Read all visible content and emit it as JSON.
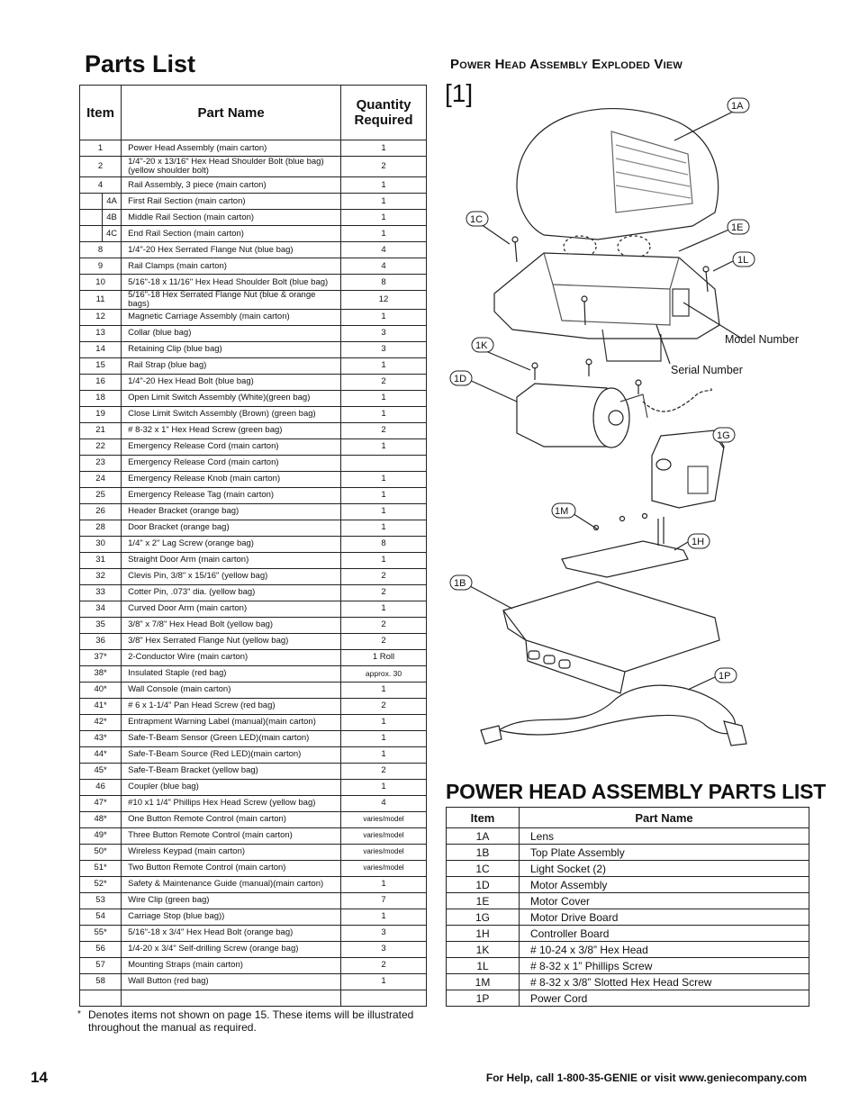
{
  "page_title": "Parts List",
  "parts_table": {
    "headers": {
      "item": "Item",
      "part_name": "Part Name",
      "quantity": "Quantity Required"
    },
    "rows": [
      {
        "item": "1",
        "sub": "",
        "name": "Power Head Assembly (main carton)",
        "qty": "1"
      },
      {
        "item": "2",
        "sub": "",
        "name": "1/4\"-20 x 13/16\" Hex Head Shoulder Bolt (blue bag) (yellow shoulder bolt)",
        "qty": "2"
      },
      {
        "item": "4",
        "sub": "",
        "name": "Rail Assembly, 3 piece  (main carton)",
        "qty": "1"
      },
      {
        "item": "",
        "sub": "4A",
        "name": "First Rail Section  (main carton)",
        "qty": "1"
      },
      {
        "item": "",
        "sub": "4B",
        "name": "Middle Rail Section  (main carton)",
        "qty": "1"
      },
      {
        "item": "",
        "sub": "4C",
        "name": "End Rail Section  (main carton)",
        "qty": "1"
      },
      {
        "item": "8",
        "sub": "",
        "name": "1/4\"-20 Hex Serrated Flange Nut (blue bag)",
        "qty": "4"
      },
      {
        "item": "9",
        "sub": "",
        "name": "Rail Clamps (main carton)",
        "qty": "4"
      },
      {
        "item": "10",
        "sub": "",
        "name": "5/16\"-18 x 11/16\" Hex Head Shoulder Bolt (blue bag)",
        "qty": "8"
      },
      {
        "item": "11",
        "sub": "",
        "name": "5/16\"-18 Hex Serrated Flange Nut (blue & orange bags)",
        "qty": "12"
      },
      {
        "item": "12",
        "sub": "",
        "name": "Magnetic Carriage Assembly (main carton)",
        "qty": "1"
      },
      {
        "item": "13",
        "sub": "",
        "name": "Collar (blue bag)",
        "qty": "3"
      },
      {
        "item": "14",
        "sub": "",
        "name": "Retaining Clip (blue bag)",
        "qty": "3"
      },
      {
        "item": "15",
        "sub": "",
        "name": "Rail Strap (blue bag)",
        "qty": "1"
      },
      {
        "item": "16",
        "sub": "",
        "name": "1/4\"-20 Hex Head Bolt (blue bag)",
        "qty": "2"
      },
      {
        "item": "18",
        "sub": "",
        "name": "Open Limit Switch Assembly (White)(green bag)",
        "qty": "1"
      },
      {
        "item": "19",
        "sub": "",
        "name": "Close Limit Switch Assembly (Brown) (green bag)",
        "qty": "1"
      },
      {
        "item": "21",
        "sub": "",
        "name": "# 8-32 x 1\" Hex Head Screw (green bag)",
        "qty": "2"
      },
      {
        "item": "22",
        "sub": "",
        "name": "Emergency Release Cord (main carton)",
        "qty": "1"
      },
      {
        "item": "23",
        "sub": "",
        "name": "Emergency Release Cord (main carton)",
        "qty": ""
      },
      {
        "item": "24",
        "sub": "",
        "name": "Emergency Release Knob (main carton)",
        "qty": "1"
      },
      {
        "item": "25",
        "sub": "",
        "name": "Emergency Release Tag (main carton)",
        "qty": "1"
      },
      {
        "item": "26",
        "sub": "",
        "name": "Header Bracket (orange bag)",
        "qty": "1"
      },
      {
        "item": "28",
        "sub": "",
        "name": "Door Bracket (orange bag)",
        "qty": "1"
      },
      {
        "item": "30",
        "sub": "",
        "name": "1/4\" x 2\" Lag Screw (orange bag)",
        "qty": "8"
      },
      {
        "item": "31",
        "sub": "",
        "name": "Straight Door Arm (main carton)",
        "qty": "1"
      },
      {
        "item": "32",
        "sub": "",
        "name": "Clevis Pin, 3/8\" x 15/16\" (yellow bag)",
        "qty": "2"
      },
      {
        "item": "33",
        "sub": "",
        "name": "Cotter Pin, .073\" dia. (yellow bag)",
        "qty": "2"
      },
      {
        "item": "34",
        "sub": "",
        "name": "Curved Door Arm (main carton)",
        "qty": "1"
      },
      {
        "item": "35",
        "sub": "",
        "name": "3/8\" x 7/8\" Hex Head Bolt (yellow bag)",
        "qty": "2"
      },
      {
        "item": "36",
        "sub": "",
        "name": "3/8\" Hex Serrated Flange Nut (yellow bag)",
        "qty": "2"
      },
      {
        "item": "37*",
        "sub": "",
        "name": "2-Conductor Wire (main carton)",
        "qty": "1 Roll"
      },
      {
        "item": "38*",
        "sub": "",
        "name": "Insulated Staple (red bag)",
        "qty": "approx. 30"
      },
      {
        "item": "40*",
        "sub": "",
        "name": "Wall Console (main carton)",
        "qty": "1"
      },
      {
        "item": "41*",
        "sub": "",
        "name": "# 6 x 1-1/4\" Pan Head Screw (red bag)",
        "qty": "2"
      },
      {
        "item": "42*",
        "sub": "",
        "name": "Entrapment Warning Label (manual)(main carton)",
        "qty": "1"
      },
      {
        "item": "43*",
        "sub": "",
        "name": "Safe-T-Beam Sensor (Green LED)(main carton)",
        "qty": "1"
      },
      {
        "item": "44*",
        "sub": "",
        "name": "Safe-T-Beam Source (Red LED)(main carton)",
        "qty": "1"
      },
      {
        "item": "45*",
        "sub": "",
        "name": "Safe-T-Beam Bracket (yellow bag)",
        "qty": "2"
      },
      {
        "item": "46",
        "sub": "",
        "name": "Coupler (blue bag)",
        "qty": "1"
      },
      {
        "item": "47*",
        "sub": "",
        "name": "#10 x1 1/4\" Phillips Hex Head Screw (yellow bag)",
        "qty": "4"
      },
      {
        "item": "48*",
        "sub": "",
        "name": "One Button Remote Control (main carton)",
        "qty": "varies/model"
      },
      {
        "item": "49*",
        "sub": "",
        "name": "Three Button Remote Control (main carton)",
        "qty": "varies/model"
      },
      {
        "item": "50*",
        "sub": "",
        "name": "Wireless Keypad (main carton)",
        "qty": "varies/model"
      },
      {
        "item": "51*",
        "sub": "",
        "name": "Two Button Remote Control (main carton)",
        "qty": "varies/model"
      },
      {
        "item": "52*",
        "sub": "",
        "name": "Safety & Maintenance Guide (manual)(main carton)",
        "qty": "1"
      },
      {
        "item": "53",
        "sub": "",
        "name": "Wire Clip (green bag)",
        "qty": "7"
      },
      {
        "item": "54",
        "sub": "",
        "name": "Carriage Stop (blue bag))",
        "qty": "1"
      },
      {
        "item": "55*",
        "sub": "",
        "name": "5/16\"-18 x 3/4\" Hex Head Bolt (orange bag)",
        "qty": "3"
      },
      {
        "item": "56",
        "sub": "",
        "name": "1/4-20 x 3/4\" Self-drilling Screw (orange bag)",
        "qty": "3"
      },
      {
        "item": "57",
        "sub": "",
        "name": "Mounting Straps (main carton)",
        "qty": "2"
      },
      {
        "item": "58",
        "sub": "",
        "name": "Wall Button (red bag)",
        "qty": "1"
      }
    ]
  },
  "footnote": {
    "mark": "*",
    "text": "Denotes items not shown on page 15.  These items will be illustrated throughout the manual as required."
  },
  "page_number": "14",
  "help_text": "For Help, call 1-800-35-GENIE or visit www.geniecompany.com",
  "exploded_view": {
    "title": "Power Head Assembly Exploded View",
    "figure_ref": "[1]",
    "callouts": [
      "1A",
      "1C",
      "1E",
      "1L",
      "1K",
      "1D",
      "1G",
      "1M",
      "1H",
      "1B",
      "1P"
    ],
    "labels": {
      "model_number": "Model Number",
      "serial_number": "Serial Number"
    }
  },
  "power_head_parts": {
    "title": "POWER HEAD ASSEMBLY PARTS LIST",
    "headers": {
      "item": "Item",
      "part_name": "Part Name"
    },
    "rows": [
      {
        "item": "1A",
        "name": "Lens"
      },
      {
        "item": "1B",
        "name": "Top Plate Assembly"
      },
      {
        "item": "1C",
        "name": "Light Socket (2)"
      },
      {
        "item": "1D",
        "name": "Motor Assembly"
      },
      {
        "item": "1E",
        "name": "Motor Cover"
      },
      {
        "item": "1G",
        "name": "Motor Drive Board"
      },
      {
        "item": "1H",
        "name": "Controller Board"
      },
      {
        "item": "1K",
        "name": "# 10-24 x 3/8” Hex Head"
      },
      {
        "item": "1L",
        "name": "# 8-32 x 1” Phillips Screw"
      },
      {
        "item": "1M",
        "name": "# 8-32 x 3/8” Slotted Hex Head Screw"
      },
      {
        "item": "1P",
        "name": "Power Cord"
      }
    ]
  }
}
